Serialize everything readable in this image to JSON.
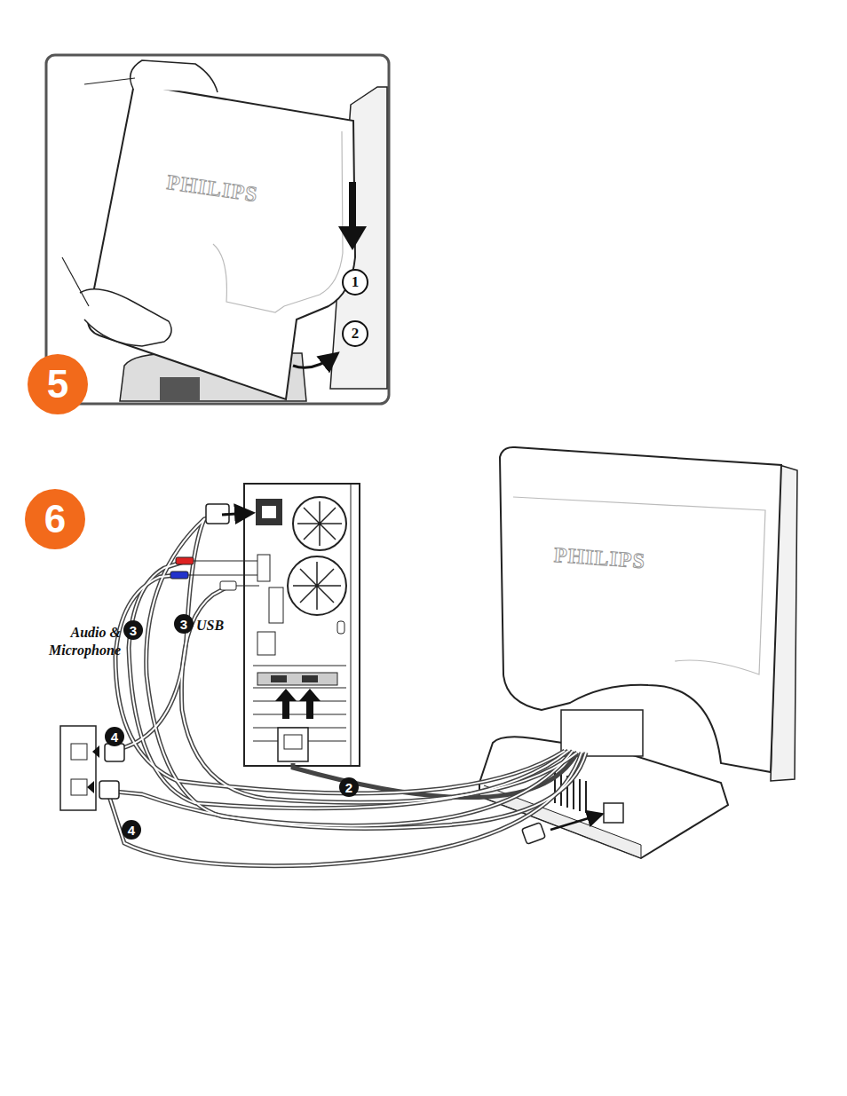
{
  "diagram": {
    "labels": [
      "5",
      "PHILIPS",
      "1",
      "2",
      "6",
      "PHILIPS",
      "Audio & Microphone",
      "3",
      "3",
      "USB",
      "4",
      "2",
      "4"
    ]
  }
}
